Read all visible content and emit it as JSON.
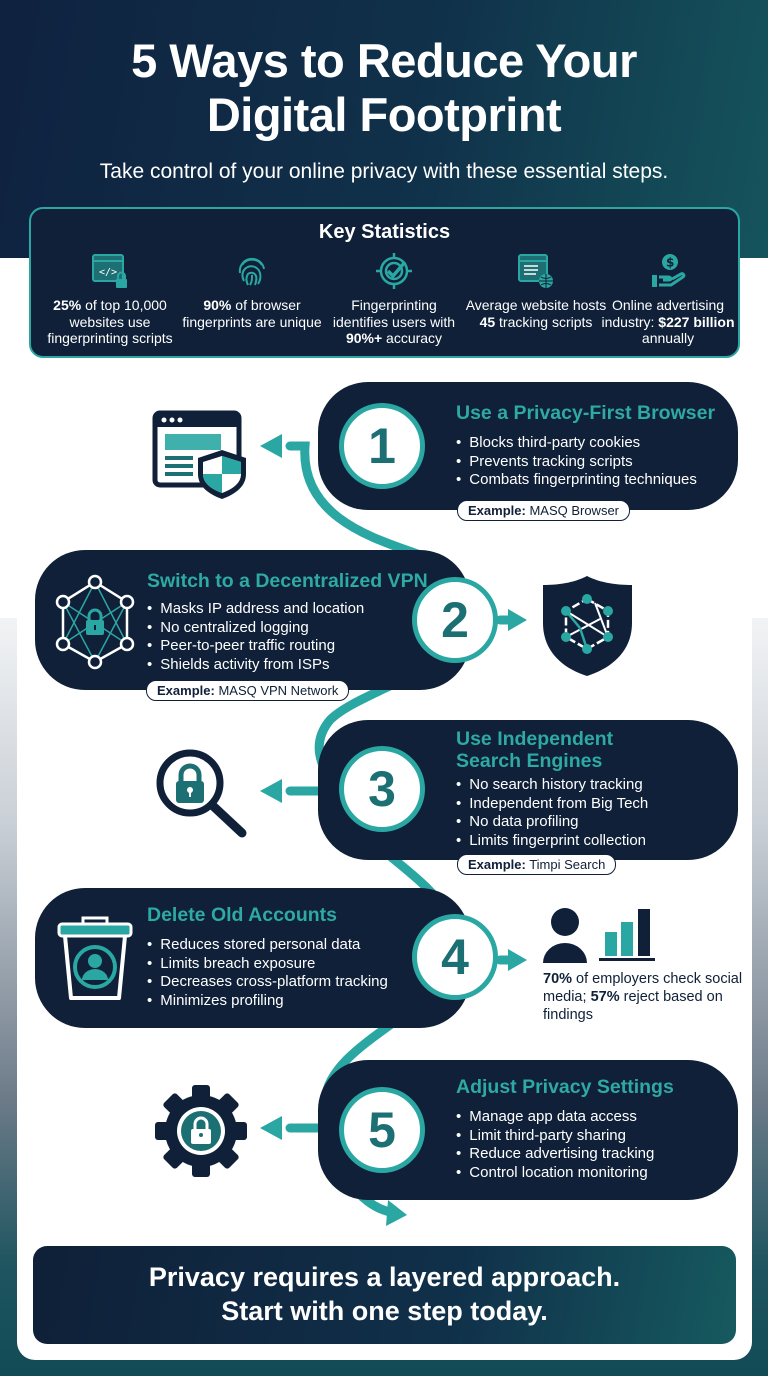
{
  "header": {
    "title_line1": "5 Ways to Reduce Your",
    "title_line2": "Digital Footprint",
    "subtitle": "Take control of your online privacy with these essential steps."
  },
  "stats": {
    "title": "Key Statistics",
    "items": [
      {
        "icon": "code-window-lock-icon",
        "bold": "25%",
        "text": " of top 10,000 websites use fingerprinting scripts"
      },
      {
        "icon": "fingerprint-icon",
        "bold": "90%",
        "text": " of browser fingerprints are unique"
      },
      {
        "icon": "target-check-icon",
        "pre": "Fingerprinting identifies users with ",
        "bold": "90%+",
        "text": " accuracy"
      },
      {
        "icon": "browser-globe-icon",
        "pre": "Average website hosts ",
        "bold": "45",
        "text": " tracking scripts"
      },
      {
        "icon": "hand-dollar-icon",
        "pre": "Online advertising industry: ",
        "bold": "$227 billion",
        "text": " annually"
      }
    ]
  },
  "steps": [
    {
      "number": "1",
      "title": "Use a Privacy-First Browser",
      "bullets": [
        "Blocks third-party cookies",
        "Prevents tracking scripts",
        "Combats fingerprinting techniques"
      ],
      "example_label": "Example:",
      "example_value": "MASQ Browser",
      "icon": "browser-shield-icon"
    },
    {
      "number": "2",
      "title": "Switch to a Decentralized VPN",
      "bullets": [
        "Masks IP address and location",
        "No centralized logging",
        "Peer-to-peer traffic routing",
        "Shields activity from ISPs"
      ],
      "example_label": "Example:",
      "example_value": "MASQ VPN Network",
      "icon": "network-lock-icon",
      "side_icon": "network-shield-icon"
    },
    {
      "number": "3",
      "title_line1": "Use Independent",
      "title_line2": "Search Engines",
      "bullets": [
        "No search history tracking",
        "Independent from Big Tech",
        "No data profiling",
        "Limits fingerprint collection"
      ],
      "example_label": "Example:",
      "example_value": "Timpi Search",
      "icon": "magnifier-lock-icon"
    },
    {
      "number": "4",
      "title": "Delete Old Accounts",
      "bullets": [
        "Reduces stored personal data",
        "Limits breach exposure",
        "Decreases cross-platform tracking",
        "Minimizes profiling"
      ],
      "icon": "trash-user-icon",
      "side_stat": {
        "bold1": "70%",
        "text1": " of employers check social media; ",
        "bold2": "57%",
        "text2": " reject based on findings"
      }
    },
    {
      "number": "5",
      "title": "Adjust Privacy Settings",
      "bullets": [
        "Manage app data access",
        "Limit third-party sharing",
        "Reduce advertising tracking",
        "Control location monitoring"
      ],
      "icon": "gear-lock-icon"
    }
  ],
  "footer": {
    "line1": "Privacy requires a layered approach.",
    "line2": "Start with one step today."
  },
  "colors": {
    "navy": "#0f2038",
    "teal": "#2aa7a2",
    "teal_dark": "#1c6f73",
    "white": "#ffffff"
  }
}
